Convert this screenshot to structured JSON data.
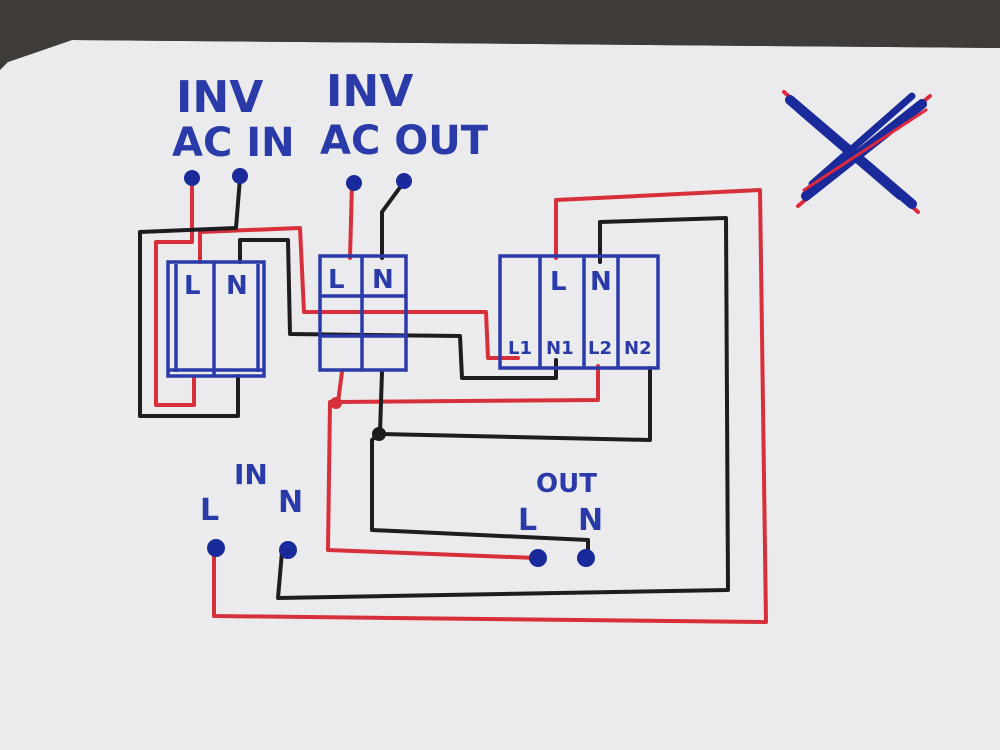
{
  "labels": {
    "inv_ac_in_line1": "INV",
    "inv_ac_in_line2": "AC IN",
    "inv_ac_out_line1": "INV",
    "inv_ac_out_line2": "AC OUT",
    "breaker1_l": "L",
    "breaker1_n": "N",
    "breaker2_l": "L",
    "breaker2_n": "N",
    "switch_l": "L",
    "switch_n": "N",
    "switch_l1": "L1",
    "switch_n1": "N1",
    "switch_l2": "L2",
    "switch_n2": "N2",
    "in_title": "IN",
    "in_l": "L",
    "in_n": "N",
    "out_title": "OUT",
    "out_l": "L",
    "out_n": "N"
  },
  "colors": {
    "paper": "#ececee",
    "ink_blue": "#2a3aa8",
    "wire_red": "#d8303a",
    "wire_black": "#1e1c1e",
    "cross_red": "#dd2a3e",
    "cross_blue": "#1a2a9a"
  }
}
